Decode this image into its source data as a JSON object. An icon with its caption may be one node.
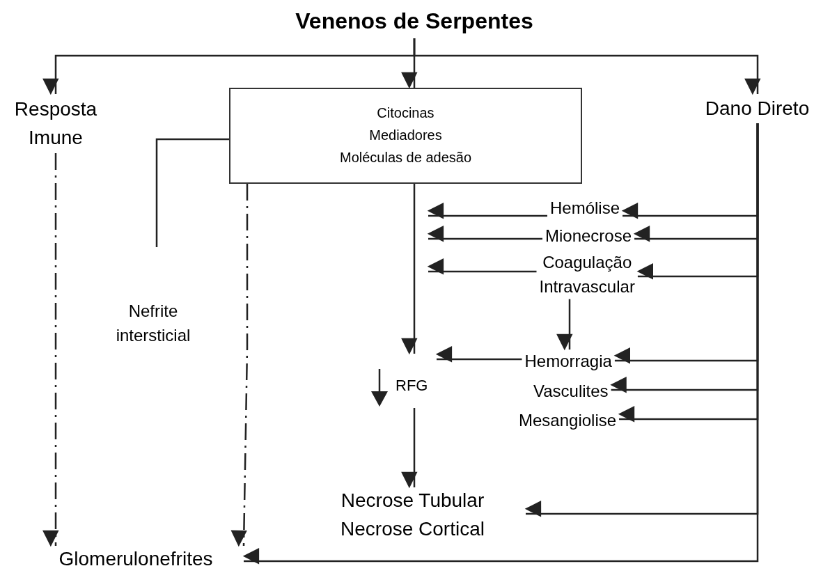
{
  "diagram": {
    "nodes": [
      {
        "text": [
          "Venenos de Serpentes"
        ]
      },
      {
        "text": [
          "Resposta Imune"
        ]
      },
      {
        "text": [
          "Citocinas",
          "Mediadores",
          "Moléculas de adesão"
        ]
      },
      {
        "text": [
          "Dano Direto"
        ]
      },
      {
        "text": [
          "Nefrite intersticial"
        ]
      },
      {
        "text": [
          "Hemólise"
        ]
      },
      {
        "text": [
          "Mionecrose"
        ]
      },
      {
        "text": [
          "Coagulação Intravascular"
        ]
      },
      {
        "text": [
          "Hemorragia"
        ]
      },
      {
        "text": [
          "Vasculites"
        ]
      },
      {
        "text": [
          "Mesangiolise"
        ]
      },
      {
        "text": [
          "RFG"
        ]
      },
      {
        "text": [
          "Necrose Tubular",
          "Necrose Cortical"
        ]
      },
      {
        "text": [
          "Glomerulonefrites"
        ]
      }
    ],
    "edges": [
      {
        "from": 0,
        "to": 1,
        "arrow": "to"
      },
      {
        "from": 0,
        "to": 2,
        "arrow": "to"
      },
      {
        "from": 0,
        "to": 3,
        "arrow": "to"
      },
      {
        "from": 1,
        "to": 13,
        "arrow": "to",
        "style": "dashed"
      },
      {
        "from": 2,
        "to": 4,
        "arrow": "none"
      },
      {
        "from": 2,
        "to": 13,
        "arrow": "to",
        "style": "dashed"
      },
      {
        "from": 2,
        "to": 11,
        "arrow": "to"
      },
      {
        "from": 5,
        "to": null,
        "arrow": "to"
      },
      {
        "from": 6,
        "to": null,
        "arrow": "to"
      },
      {
        "from": 7,
        "to": null,
        "arrow": "to"
      },
      {
        "from": 8,
        "to": 11,
        "arrow": "to"
      },
      {
        "from": 3,
        "to": 5,
        "arrow": "to"
      },
      {
        "from": 3,
        "to": 6,
        "arrow": "to"
      },
      {
        "from": 3,
        "to": 7,
        "arrow": "to"
      },
      {
        "from": 3,
        "to": 8,
        "arrow": "to"
      },
      {
        "from": 3,
        "to": 9,
        "arrow": "to"
      },
      {
        "from": 3,
        "to": 10,
        "arrow": "to"
      },
      {
        "from": 3,
        "to": 12,
        "arrow": "to"
      },
      {
        "from": 3,
        "to": 13,
        "arrow": "to"
      },
      {
        "from": 7,
        "to": 8,
        "arrow": "to"
      },
      {
        "from": 11,
        "to": 12,
        "arrow": "to"
      }
    ]
  }
}
